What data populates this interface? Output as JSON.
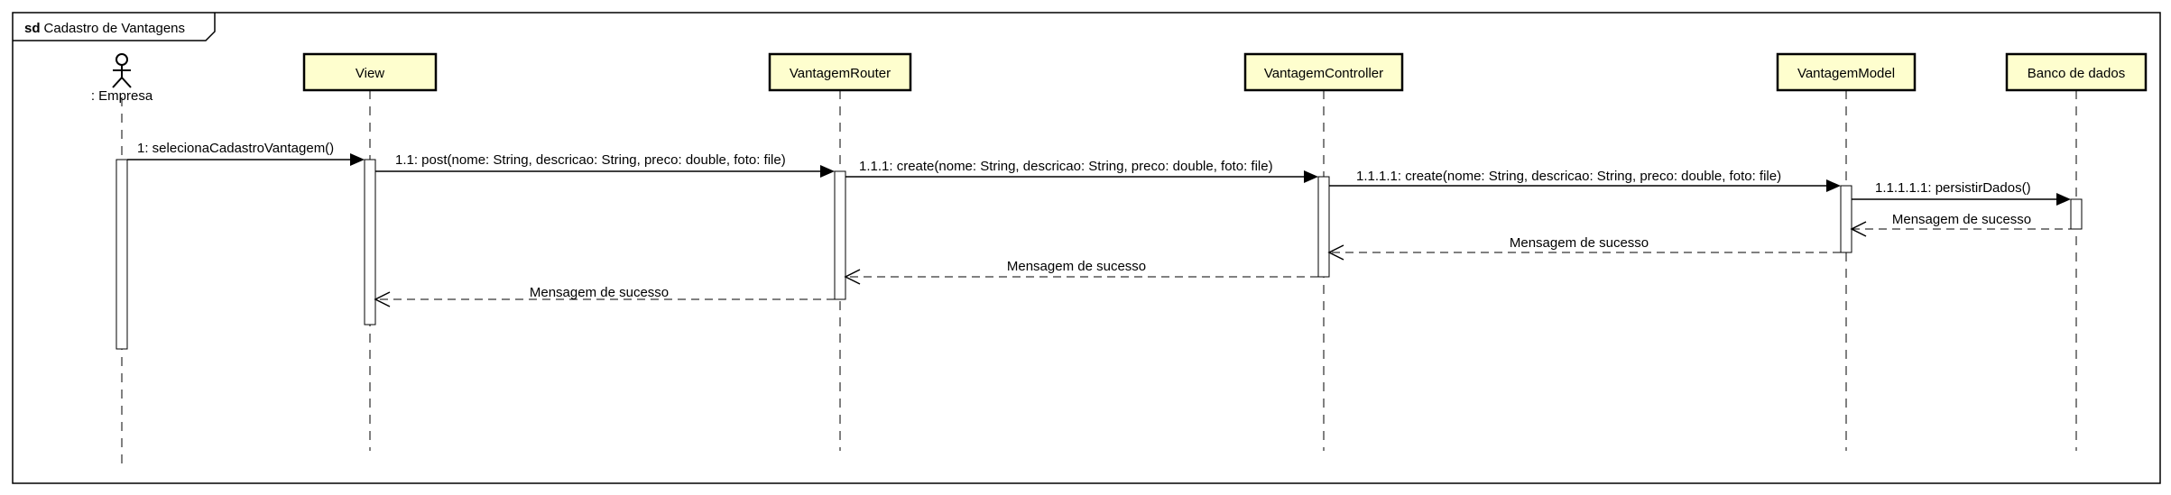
{
  "frame": {
    "keyword": "sd",
    "name": "Cadastro de Vantagens"
  },
  "colors": {
    "participant_fill": "#FEFECE",
    "line": "#000000",
    "background": "#FFFFFF"
  },
  "participants": [
    {
      "id": "empresa",
      "kind": "actor",
      "label": ": Empresa"
    },
    {
      "id": "view",
      "kind": "box",
      "label": "View"
    },
    {
      "id": "router",
      "kind": "box",
      "label": "VantagemRouter"
    },
    {
      "id": "controller",
      "kind": "box",
      "label": "VantagemController"
    },
    {
      "id": "model",
      "kind": "box",
      "label": "VantagemModel"
    },
    {
      "id": "db",
      "kind": "box",
      "label": "Banco de dados"
    }
  ],
  "messages": [
    {
      "id": "m1",
      "from": "empresa",
      "to": "view",
      "kind": "sync",
      "label": "1: selecionaCadastroVantagem()"
    },
    {
      "id": "m2",
      "from": "view",
      "to": "router",
      "kind": "sync",
      "label": "1.1: post(nome: String, descricao: String, preco: double, foto: file)"
    },
    {
      "id": "m3",
      "from": "router",
      "to": "controller",
      "kind": "sync",
      "label": "1.1.1: create(nome: String, descricao: String, preco: double, foto: file)"
    },
    {
      "id": "m4",
      "from": "controller",
      "to": "model",
      "kind": "sync",
      "label": "1.1.1.1: create(nome: String, descricao: String, preco: double, foto: file)"
    },
    {
      "id": "m5",
      "from": "model",
      "to": "db",
      "kind": "sync",
      "label": "1.1.1.1.1: persistirDados()"
    },
    {
      "id": "r5",
      "from": "db",
      "to": "model",
      "kind": "return",
      "label": "Mensagem de sucesso"
    },
    {
      "id": "r4",
      "from": "model",
      "to": "controller",
      "kind": "return",
      "label": "Mensagem de sucesso"
    },
    {
      "id": "r3",
      "from": "controller",
      "to": "router",
      "kind": "return",
      "label": "Mensagem de sucesso"
    },
    {
      "id": "r2",
      "from": "router",
      "to": "view",
      "kind": "return",
      "label": "Mensagem de sucesso"
    }
  ]
}
